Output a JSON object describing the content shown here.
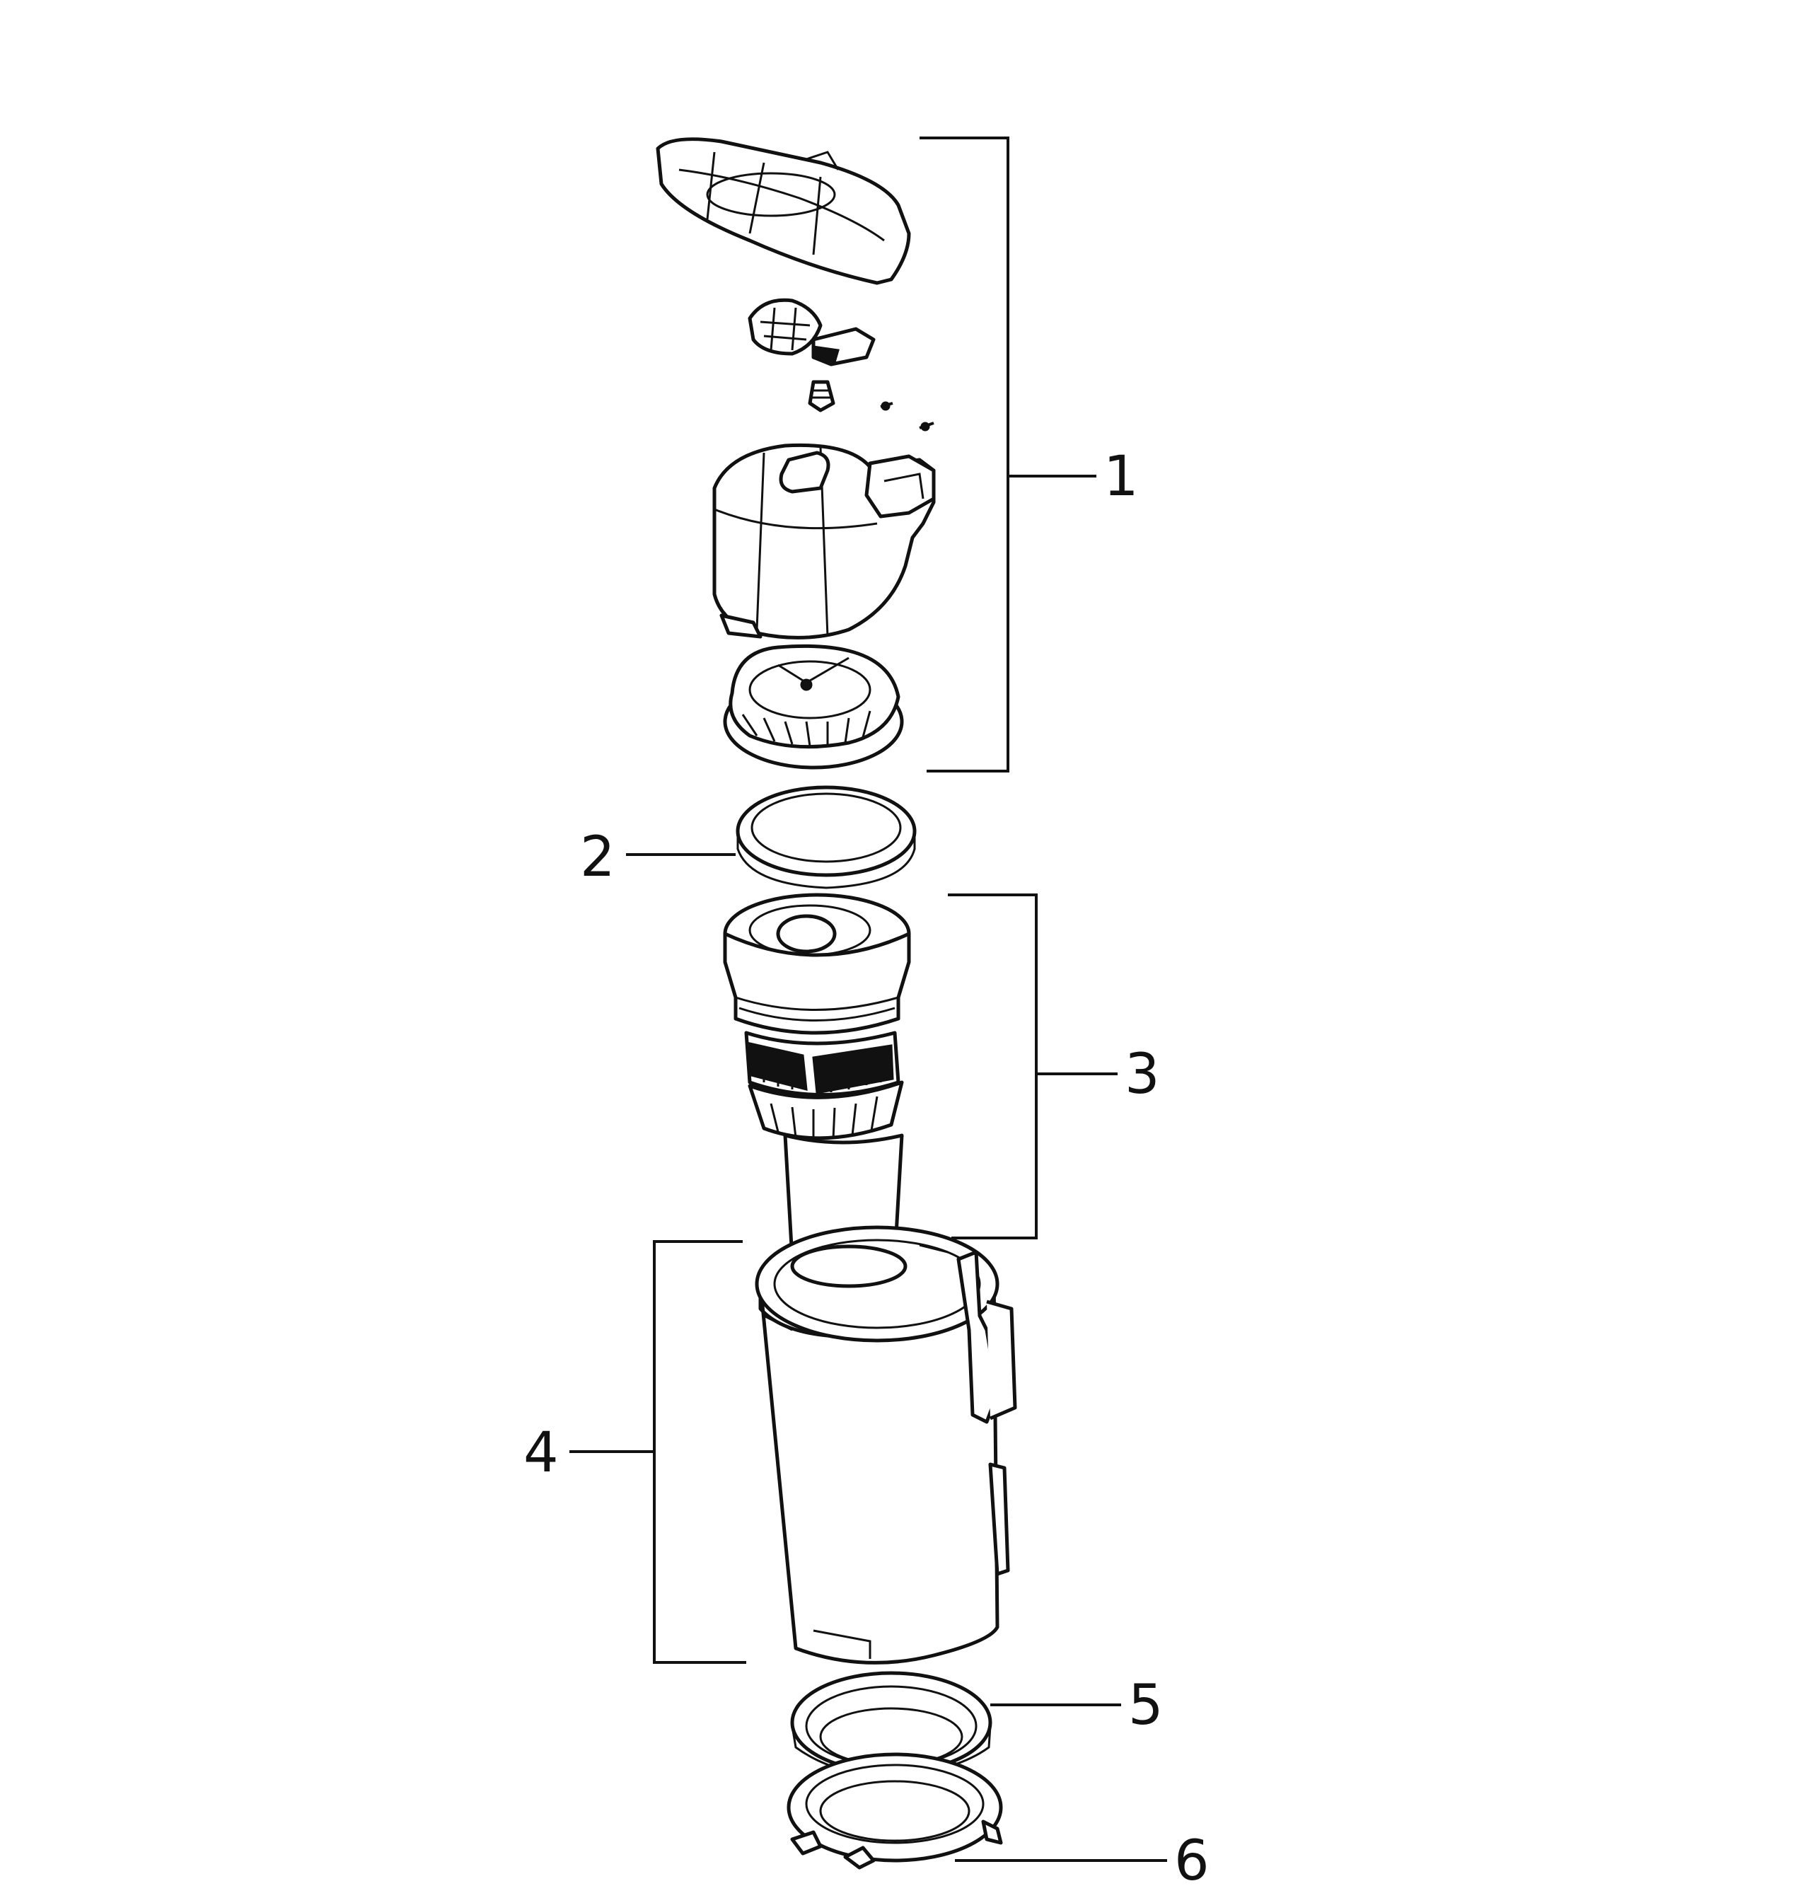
{
  "callouts": [
    {
      "number": "1"
    },
    {
      "number": "2"
    },
    {
      "number": "3"
    },
    {
      "number": "4"
    },
    {
      "number": "5"
    },
    {
      "number": "6"
    }
  ],
  "colors": {
    "line": "#111111",
    "background": "#ffffff"
  }
}
